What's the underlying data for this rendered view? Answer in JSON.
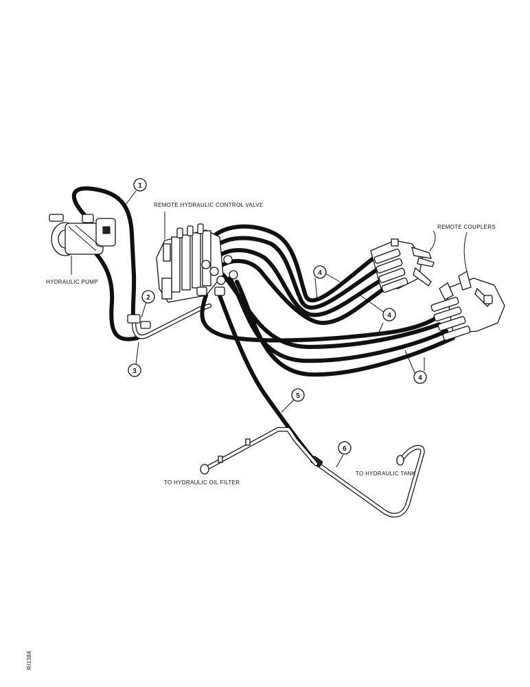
{
  "labels": {
    "remote_valve": "REMOTE HYDRAULIC CONTROL VALVE",
    "remote_couplers": "REMOTE COUPLERS",
    "hydraulic_pump": "HYDRAULIC PUMP",
    "oil_filter": "TO HYDRAULIC OIL FILTER",
    "hydraulic_tank": "TO HYDRAULIC TANK"
  },
  "callouts": [
    "1",
    "2",
    "3",
    "4",
    "4",
    "4",
    "5",
    "6"
  ],
  "figure_id": "RI1384"
}
